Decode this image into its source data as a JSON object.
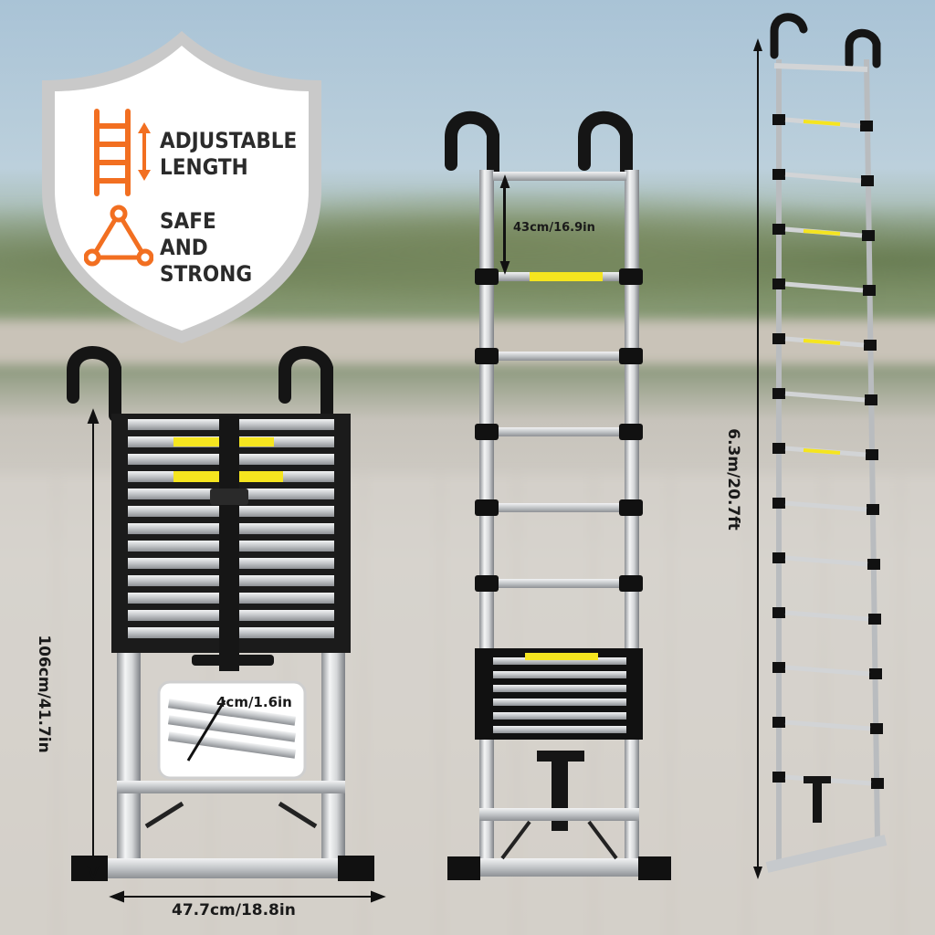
{
  "features": [
    {
      "icon": "ladder-arrows-icon",
      "label_line1": "ADJUSTABLE",
      "label_line2": "LENGTH"
    },
    {
      "icon": "triangle-nodes-icon",
      "label_line1": "SAFE",
      "label_line2": "AND STRONG"
    }
  ],
  "dimensions": {
    "width": "47.7cm/18.8in",
    "collapsed_height": "106cm/41.7in",
    "step_spacing": "43cm/16.9in",
    "extended_height": "6.3m/20.7ft",
    "step_depth": "4cm/1.6in"
  },
  "colors": {
    "accent": "#f26f21",
    "shield_border": "#c9c9c9",
    "shield_fill": "#ffffff",
    "warning_label": "#f5e51f"
  }
}
